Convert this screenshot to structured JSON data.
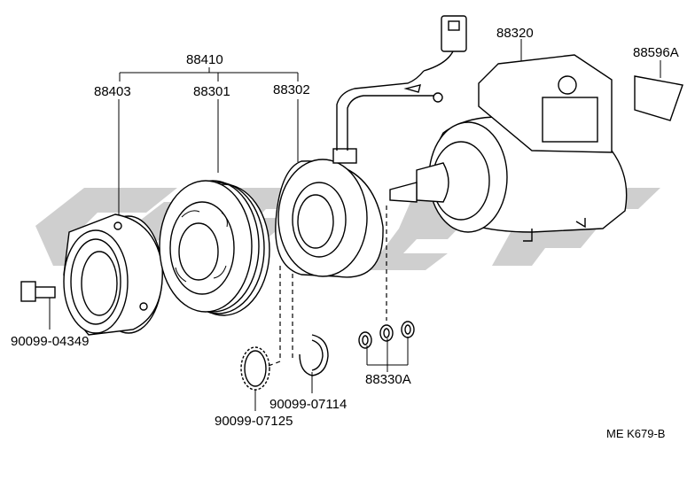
{
  "diagram": {
    "part_labels": {
      "clutch_assembly": "88410",
      "pressure_plate": "88403",
      "pulley_rotor": "88301",
      "stator_coil": "88302",
      "compressor": "88320",
      "label_plate": "88596A",
      "bolt": "90099-04349",
      "snap_ring_large": "90099-07125",
      "snap_ring_small": "90099-07114",
      "shims": "88330A"
    },
    "reference_code": "ME K679-B",
    "colors": {
      "line": "#000000",
      "watermark": "#cfcfcf",
      "background": "#ffffff"
    }
  }
}
